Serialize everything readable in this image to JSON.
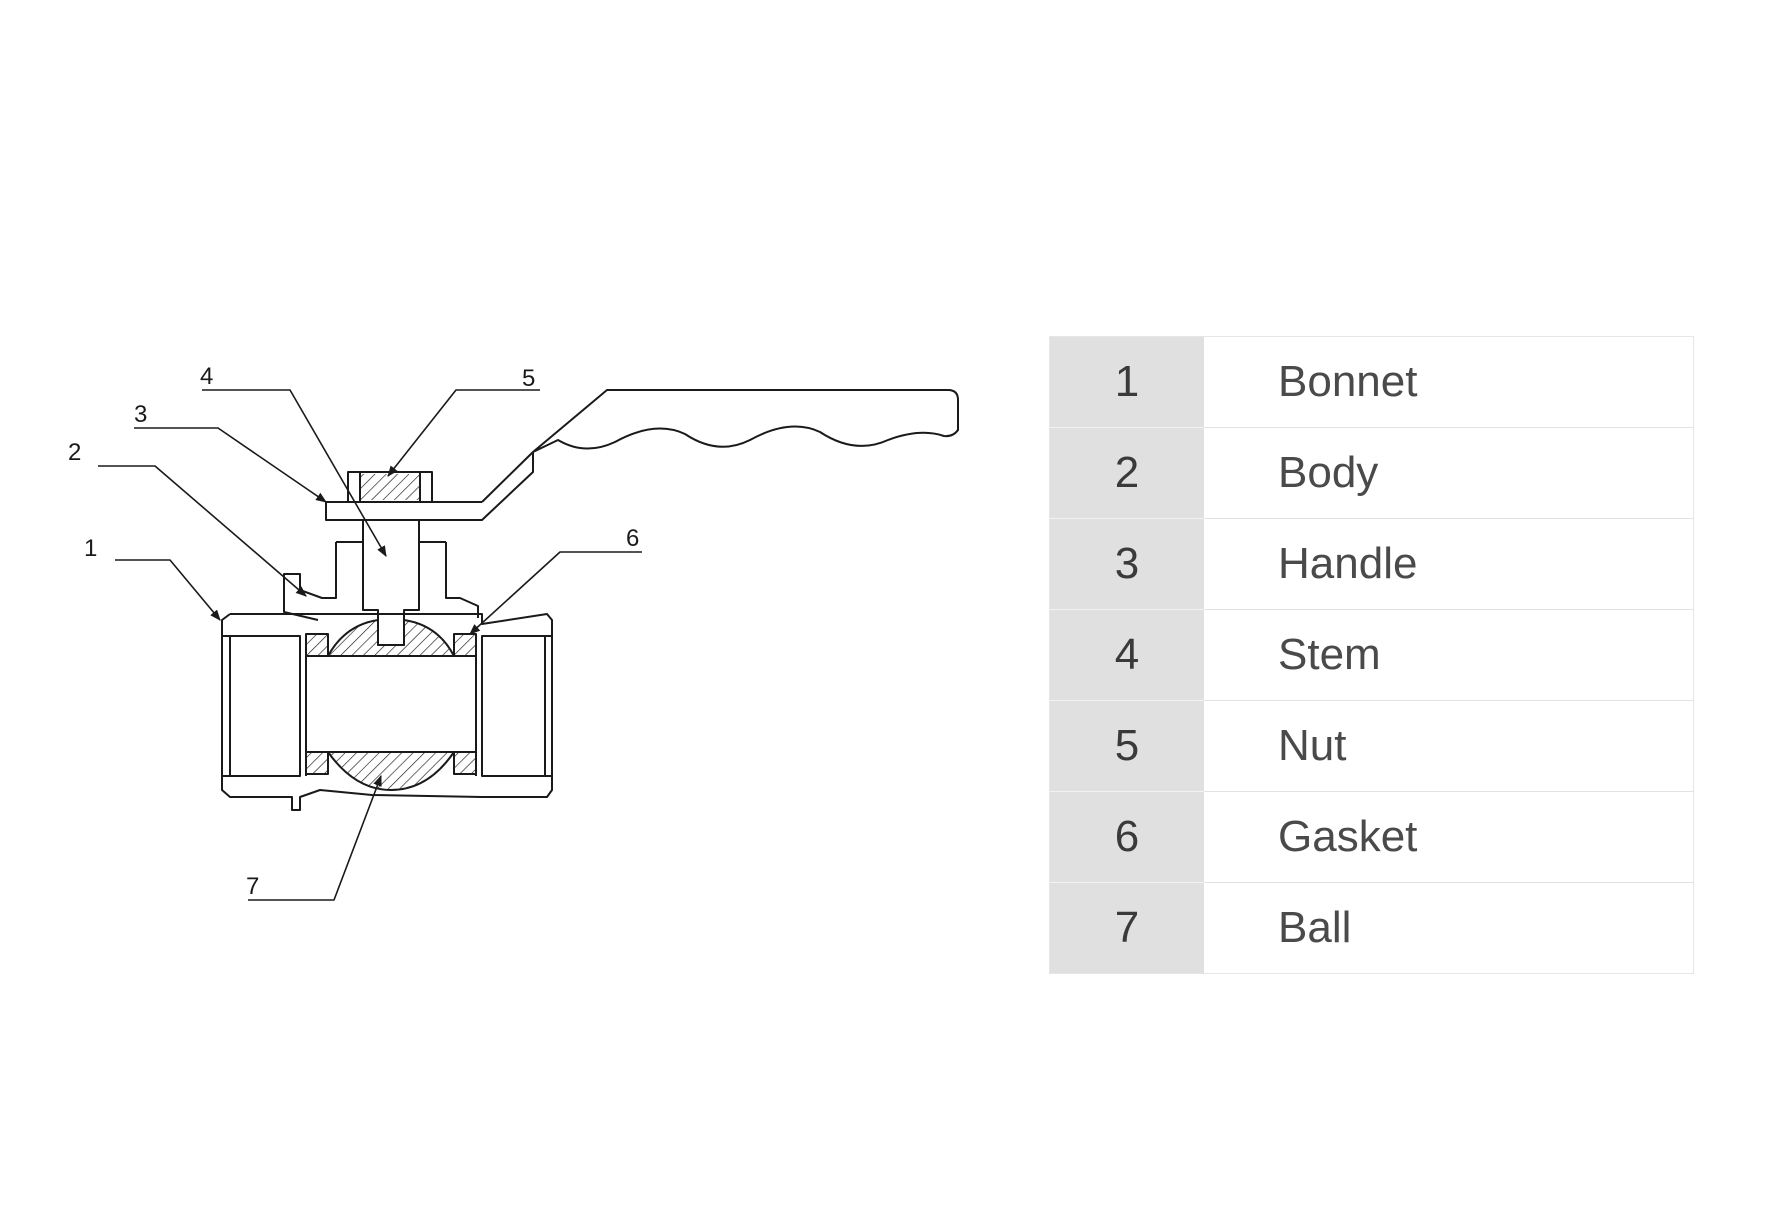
{
  "callouts": [
    "1",
    "2",
    "3",
    "4",
    "5",
    "6",
    "7"
  ],
  "parts": [
    {
      "number": "1",
      "name": "Bonnet"
    },
    {
      "number": "2",
      "name": "Body"
    },
    {
      "number": "3",
      "name": "Handle"
    },
    {
      "number": "4",
      "name": "Stem"
    },
    {
      "number": "5",
      "name": "Nut"
    },
    {
      "number": "6",
      "name": "Gasket"
    },
    {
      "number": "7",
      "name": "Ball"
    }
  ],
  "colors": {
    "line": "#1a1a1a",
    "table_number_bg": "#dfe0df",
    "table_text": "#4a4a4a"
  }
}
